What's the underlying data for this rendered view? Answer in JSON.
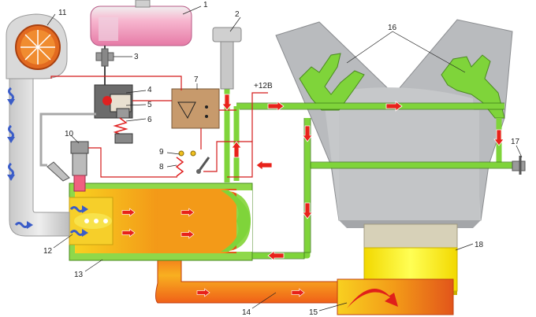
{
  "labels": {
    "n1": "1",
    "n2": "2",
    "n3": "3",
    "n4": "4",
    "n5": "5",
    "n6": "6",
    "n7": "7",
    "n8": "8",
    "n9": "9",
    "n10": "10",
    "n11": "11",
    "n12": "12",
    "n13": "13",
    "n14": "14",
    "n15": "15",
    "n16": "16",
    "n17": "17",
    "n18": "18",
    "voltage": "+12В"
  },
  "colors": {
    "coolant": "#7fd43a",
    "block": "#b9bbbe",
    "wire": "#d41a1a",
    "airflow": "#3a5cc8",
    "hot": "#f07a10",
    "tank": "#f1a3c4",
    "sump": "#ffff33"
  }
}
